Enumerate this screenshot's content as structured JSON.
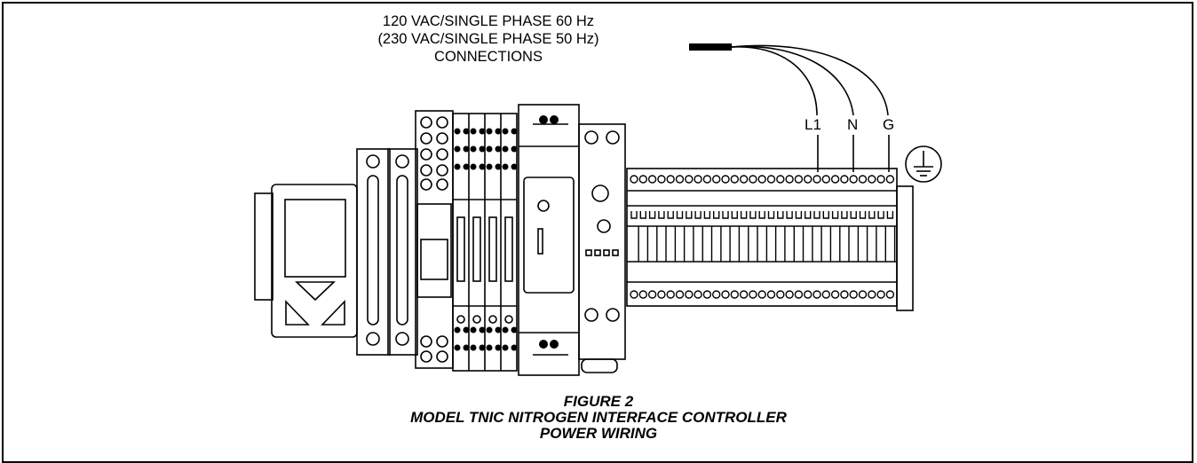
{
  "connection_label": {
    "line1": "120 VAC/SINGLE PHASE 60 Hz",
    "line2": "(230 VAC/SINGLE PHASE 50 Hz)",
    "line3": "CONNECTIONS"
  },
  "wire_labels": {
    "l1": "L1",
    "n": "N",
    "g": "G"
  },
  "caption": {
    "figure": "FIGURE 2",
    "title": "MODEL TNIC NITROGEN INTERFACE CONTROLLER",
    "subtitle": "POWER WIRING"
  },
  "colors": {
    "line": "#000000",
    "background": "#ffffff"
  },
  "icons": [
    "ground-icon"
  ]
}
